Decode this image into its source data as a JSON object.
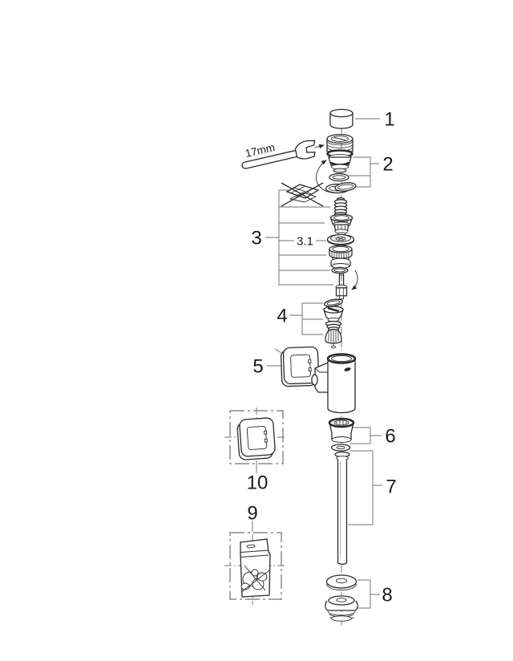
{
  "diagram": {
    "background_color": "#ffffff",
    "outline_color": "#2a2a2a",
    "leader_color": "#8c8c8c",
    "axis_color": "#6b6b6b",
    "text_color": "#1a1a1a",
    "labels": {
      "part1": "1",
      "part2": "2",
      "part3": "3",
      "part3_1": "3.1",
      "part4": "4",
      "part5": "5",
      "part6": "6",
      "part7": "7",
      "part8": "8",
      "part9": "9",
      "part10": "10",
      "wrench_size": "17mm"
    }
  }
}
